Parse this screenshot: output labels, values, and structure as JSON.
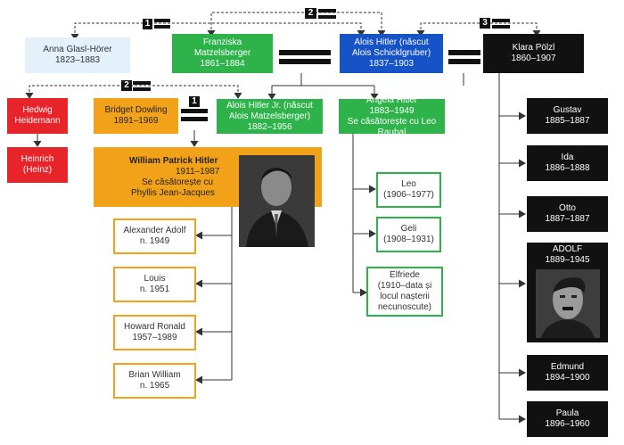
{
  "marriage_numbers": {
    "alois": "1",
    "alois_2": "2",
    "alois_3": "3",
    "alois_jr_2": "2",
    "alois_jr_1": "1"
  },
  "people": {
    "anna": {
      "name": "Anna Glasl-Hörer",
      "years": "1823–1883"
    },
    "franziska": {
      "name_1": "Franziska",
      "name_2": "Matzelsberger",
      "years": "1861–1884"
    },
    "alois": {
      "name_1": "Alois Hitler (născut",
      "name_2": "Alois Schicklgruber)",
      "years": "1837–1903"
    },
    "klara": {
      "name": "Klara Pölzl",
      "years": "1860–1907"
    },
    "hedwig": {
      "name_1": "Hedwig",
      "name_2": "Heidemann"
    },
    "heinrich": {
      "name_1": "Heinrich",
      "name_2": "(Heinz)"
    },
    "bridget": {
      "name": "Bridget Dowling",
      "years": "1891–1969"
    },
    "alois_jr": {
      "name_1": "Alois Hitler Jr. (născut",
      "name_2": "Alois Matzelsberger)",
      "years": "1882–1956"
    },
    "angela": {
      "name": "Angela Hitler",
      "years": "1883–1949",
      "note_1": "Se căsătorește cu Leo",
      "note_2": "Raubal"
    },
    "william": {
      "name": "William Patrick Hitler",
      "years": "1911–1987",
      "note_1": "Se căsătorește cu",
      "note_2": "Phyllis Jean-Jacques"
    },
    "alexander": {
      "name": "Alexander Adolf",
      "years": "n. 1949"
    },
    "louis": {
      "name": "Louis",
      "years": "n. 1951"
    },
    "howard": {
      "name": "Howard Ronald",
      "years": "1957–1989"
    },
    "brian": {
      "name": "Brian William",
      "years": "n. 1965"
    },
    "leo": {
      "name": "Leo",
      "years": "(1906–1977)"
    },
    "geli": {
      "name": "Geli",
      "years": "(1908–1931)"
    },
    "elfriede": {
      "name": "Elfriede",
      "note_1": "(1910–data și",
      "note_2": "locul nașterii",
      "note_3": "necunoscute)"
    },
    "gustav": {
      "name": "Gustav",
      "years": "1885–1887"
    },
    "ida": {
      "name": "Ida",
      "years": "1886–1888"
    },
    "otto": {
      "name": "Otto",
      "years": "1887–1887"
    },
    "adolf": {
      "name": "ADOLF",
      "years": "1889–1945"
    },
    "edmund": {
      "name": "Edmund",
      "years": "1894–1900"
    },
    "paula": {
      "name": "Paula",
      "years": "1896–1960"
    }
  },
  "colors": {
    "green": "#2db34a",
    "blue": "#1653c7",
    "black": "#111111",
    "red": "#e8242b",
    "orange": "#f2a219",
    "light_blue": "#e3f1fb"
  }
}
